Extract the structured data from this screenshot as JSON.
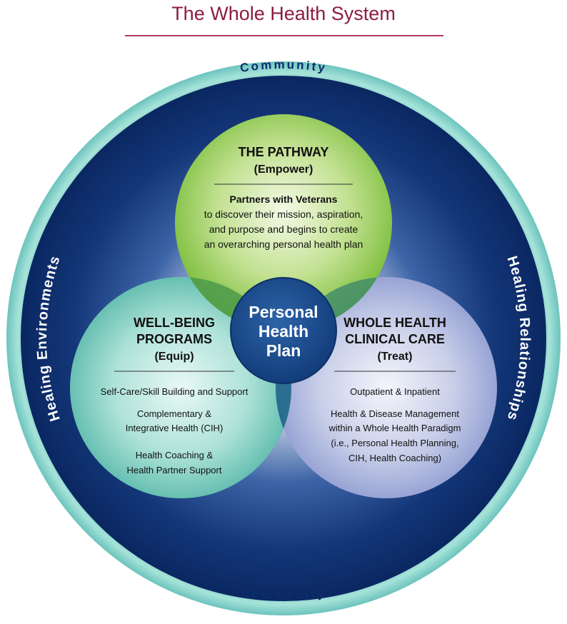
{
  "title": "The Whole Health System",
  "ring": {
    "top_label": "Community",
    "bottom_label": "Community",
    "left_label": "Healing Environments",
    "right_label": "Healing Relationships"
  },
  "center": {
    "line1": "Personal",
    "line2": "Health",
    "line3": "Plan"
  },
  "pathway": {
    "heading": "THE PATHWAY",
    "subheading": "(Empower)",
    "lead": "Partners with Veterans",
    "body": [
      "to discover their mission, aspiration,",
      "and purpose and begins to create",
      "an overarching personal health plan"
    ]
  },
  "wellbeing": {
    "heading_line1": "WELL-BEING",
    "heading_line2": "PROGRAMS",
    "subheading": "(Equip)",
    "items": [
      "Self-Care/Skill Building and Support",
      "Complementary &",
      "Integrative Health (CIH)",
      "Health Coaching &",
      "Health Partner Support"
    ]
  },
  "clinical": {
    "heading_line1": "WHOLE HEALTH",
    "heading_line2": "CLINICAL CARE",
    "subheading": "(Treat)",
    "items": [
      "Outpatient & Inpatient",
      "Health & Disease Management",
      "within a Whole Health Paradigm",
      "(i.e., Personal Health Planning,",
      "CIH, Health Coaching)"
    ]
  },
  "colors": {
    "title": "#8c1d40",
    "outer_ring": "#7fd0c7",
    "navy": "#0c2c6b",
    "pathway_green": "#8cc63f",
    "wellbeing_teal": "#5fbfb0",
    "clinical_lavender": "#9aa6d6",
    "center_blue": "#1d4e8f"
  }
}
